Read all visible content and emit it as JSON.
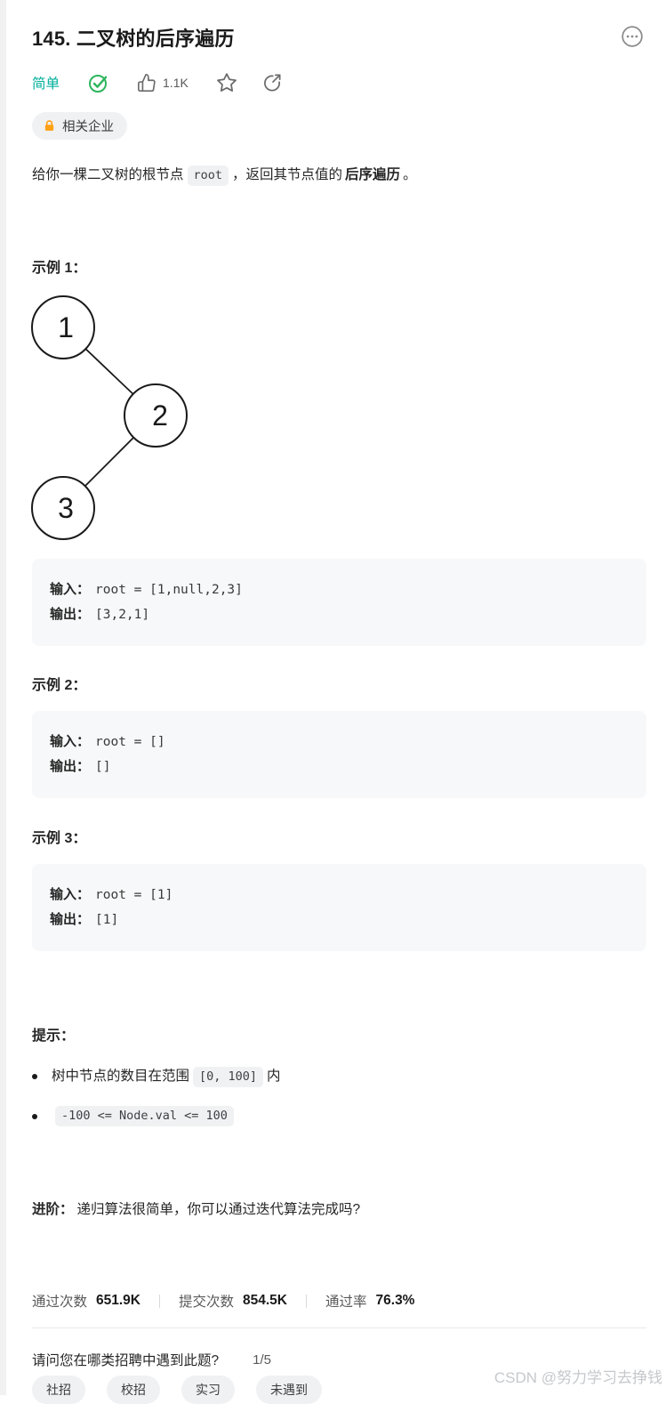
{
  "header": {
    "title": "145. 二叉树的后序遍历"
  },
  "meta": {
    "difficulty": "简单",
    "likes": "1.1K"
  },
  "company": {
    "label": "相关企业"
  },
  "description": {
    "part1": "给你一棵二叉树的根节点",
    "code1": "root",
    "part2": "，返回其节点值的",
    "bold1": "后序遍历",
    "part3": "。"
  },
  "tree": {
    "nodes": [
      "1",
      "2",
      "3"
    ]
  },
  "examples": [
    {
      "heading": "示例 1：",
      "input_label": "输入：",
      "input_value": "root = [1,null,2,3]",
      "output_label": "输出：",
      "output_value": "[3,2,1]"
    },
    {
      "heading": "示例 2：",
      "input_label": "输入：",
      "input_value": "root = []",
      "output_label": "输出：",
      "output_value": "[]"
    },
    {
      "heading": "示例 3：",
      "input_label": "输入：",
      "input_value": "root = [1]",
      "output_label": "输出：",
      "output_value": "[1]"
    }
  ],
  "hints": {
    "heading": "提示：",
    "item1_pre": "树中节点的数目在范围",
    "item1_code": "[0, 100]",
    "item1_post": "内",
    "item2_code": "-100 <= Node.val <= 100"
  },
  "advanced": {
    "label": "进阶：",
    "text": "递归算法很简单，你可以通过迭代算法完成吗?"
  },
  "stats": {
    "accepted_label": "通过次数",
    "accepted_value": "651.9K",
    "submitted_label": "提交次数",
    "submitted_value": "854.5K",
    "rate_label": "通过率",
    "rate_value": "76.3%"
  },
  "survey": {
    "question": "请问您在哪类招聘中遇到此题?",
    "progress": "1/5",
    "options": [
      "社招",
      "校招",
      "实习",
      "未遇到"
    ]
  },
  "watermark": "CSDN @努力学习去挣钱",
  "colors": {
    "easy": "#00af9b",
    "solved_green": "#2db55d",
    "lock_orange": "#ffa116",
    "icon_gray": "#6b6b6b"
  }
}
